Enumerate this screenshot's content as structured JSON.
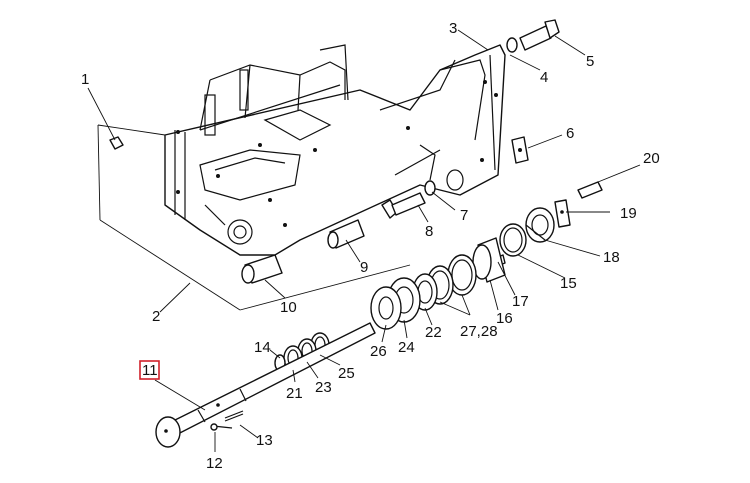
{
  "callouts": {
    "c1": "1",
    "c2": "2",
    "c3": "3",
    "c4": "4",
    "c5": "5",
    "c6": "6",
    "c7": "7",
    "c8": "8",
    "c9": "9",
    "c10": "10",
    "c11": "11",
    "c12": "12",
    "c13": "13",
    "c14": "14",
    "c15": "15",
    "c16": "16",
    "c17": "17",
    "c18": "18",
    "c19": "19",
    "c20": "20",
    "c21": "21",
    "c22": "22",
    "c23": "23",
    "c24": "24",
    "c25": "25",
    "c26": "26",
    "c2728": "27,28"
  },
  "highlight": {
    "callout": "11",
    "color": "#d0202a"
  }
}
